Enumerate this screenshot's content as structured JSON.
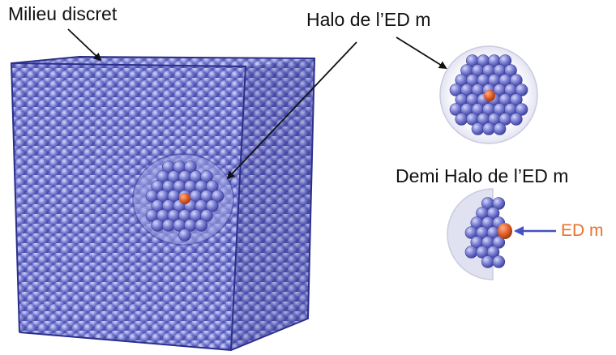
{
  "labels": {
    "milieu": "Milieu discret",
    "halo": "Halo de l’ED m",
    "demi_halo": "Demi Halo de l’ED m",
    "ed_m": "ED m"
  },
  "colors": {
    "sphere_fill": "#7c80d6",
    "sphere_shadow": "#3a3e96",
    "sphere_highlight": "#d6d8f8",
    "cube_edge": "#2a2f8a",
    "particle_fill": "#e2602a",
    "ed_label": "#e8712f",
    "arrow_blue": "#4452c4",
    "text": "#111111",
    "halo_outline": "#c9cbdf"
  }
}
